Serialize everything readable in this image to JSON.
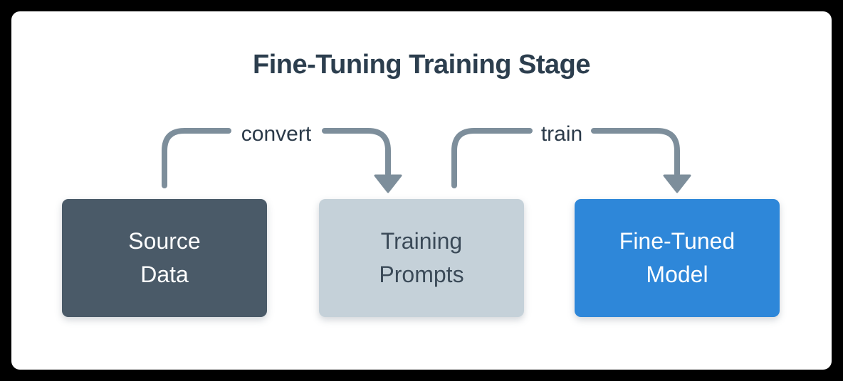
{
  "title": "Fine-Tuning Training Stage",
  "nodes": [
    {
      "id": "source-data",
      "line1": "Source",
      "line2": "Data"
    },
    {
      "id": "training-prompts",
      "line1": "Training",
      "line2": "Prompts"
    },
    {
      "id": "fine-tuned-model",
      "line1": "Fine-Tuned",
      "line2": "Model"
    }
  ],
  "edges": [
    {
      "label": "convert",
      "from": "source-data",
      "to": "training-prompts"
    },
    {
      "label": "train",
      "from": "training-prompts",
      "to": "fine-tuned-model"
    }
  ],
  "colors": {
    "page_background": "#000000",
    "card_background": "#ffffff",
    "title_text": "#2c3e4e",
    "arrow": "#7d8e9b",
    "edge_label_text": "#2b3a49",
    "source_box_bg": "#4a5a68",
    "source_box_text": "#ffffff",
    "prompts_box_bg": "#c5d1d9",
    "prompts_box_text": "#3b4a58",
    "model_box_bg": "#2e87d9",
    "model_box_text": "#ffffff"
  }
}
